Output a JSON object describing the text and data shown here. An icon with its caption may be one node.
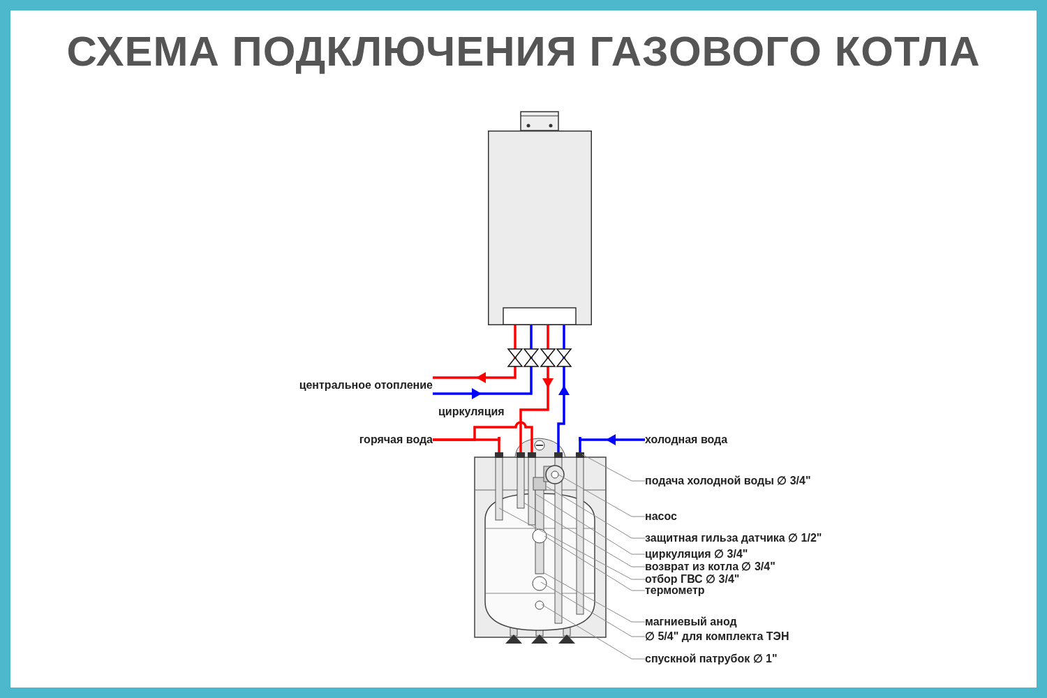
{
  "diagram": {
    "title": "СХЕМА ПОДКЛЮЧЕНИЯ ГАЗОВОГО КОТЛА",
    "nodes": [
      {
        "text": [],
        "shape": "picture"
      },
      {
        "text": [],
        "shape": "picture"
      },
      {
        "text": [
          "центральное отопление"
        ]
      },
      {
        "text": [
          "горячая вода"
        ]
      },
      {
        "text": [
          "холодная вода"
        ]
      },
      {
        "text": [
          "подача холодной воды ∅ 3/4\""
        ]
      },
      {
        "text": [
          "насос"
        ]
      },
      {
        "text": [
          "защитная гильза датчика ∅ 1/2\""
        ]
      },
      {
        "text": [
          "циркуляция ∅ 3/4\""
        ]
      },
      {
        "text": [
          "возврат из котла ∅ 3/4\""
        ]
      },
      {
        "text": [
          "отбор ГВС ∅ 3/4\""
        ]
      },
      {
        "text": [
          "термометр"
        ]
      },
      {
        "text": [
          "магниевый анод"
        ]
      },
      {
        "text": [
          "∅ 5/4\" для комплекта ТЭН"
        ]
      },
      {
        "text": [
          "спускной патрубок ∅ 1\""
        ]
      }
    ],
    "edges": [
      {
        "from": 0,
        "to": 2,
        "arrow": "to",
        "style": "thick",
        "color": "#ff0000"
      },
      {
        "from": 2,
        "to": 0,
        "arrow": "to",
        "style": "thick",
        "color": "#0000ff"
      },
      {
        "from": 0,
        "to": 1,
        "arrow": "to",
        "style": "thick",
        "color": "#ff0000"
      },
      {
        "from": 1,
        "to": 0,
        "arrow": "to",
        "style": "thick",
        "color": "#0000ff"
      },
      {
        "from": 1,
        "to": 3,
        "arrow": "none",
        "style": "thick",
        "color": "#ff0000"
      },
      {
        "from": 1,
        "to": 3,
        "arrow": "none",
        "style": "thick",
        "color": "#ff0000",
        "label": "циркуляция"
      },
      {
        "from": 4,
        "to": 1,
        "arrow": "to",
        "style": "thick",
        "color": "#0000ff"
      },
      {
        "from": 5,
        "to": 1,
        "arrow": "none"
      },
      {
        "from": 6,
        "to": 1,
        "arrow": "none"
      },
      {
        "from": 7,
        "to": 1,
        "arrow": "none"
      },
      {
        "from": 8,
        "to": 1,
        "arrow": "none"
      },
      {
        "from": 9,
        "to": 1,
        "arrow": "none"
      },
      {
        "from": 10,
        "to": 1,
        "arrow": "none"
      },
      {
        "from": 11,
        "to": 1,
        "arrow": "none"
      },
      {
        "from": 12,
        "to": 1,
        "arrow": "none"
      },
      {
        "from": 13,
        "to": 1,
        "arrow": "none"
      },
      {
        "from": 14,
        "to": 1,
        "arrow": "none"
      }
    ]
  }
}
